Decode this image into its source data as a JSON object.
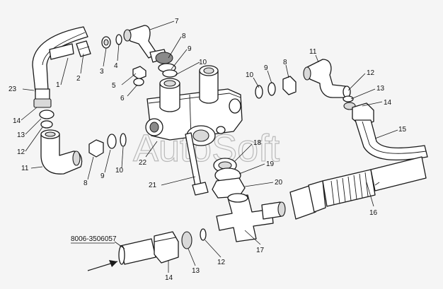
{
  "watermark": "AutoSoft",
  "part_number": "8006-3506057",
  "labels": {
    "l1": "1",
    "l2": "2",
    "l3": "3",
    "l4": "4",
    "l5": "5",
    "l6": "6",
    "l7": "7",
    "l8a": "8",
    "l9a": "9",
    "l10a": "10",
    "l10b": "10",
    "l9b": "9",
    "l8b": "8",
    "l11a": "11",
    "l12a": "12",
    "l13a": "13",
    "l14a": "14",
    "l15": "15",
    "l16": "16",
    "l23": "23",
    "l14b": "14",
    "l13b": "13",
    "l12b": "12",
    "l11b": "11",
    "l8c": "8",
    "l9c": "9",
    "l10c": "10",
    "l22": "22",
    "l18": "18",
    "l19": "19",
    "l20": "20",
    "l21": "21",
    "l17": "17",
    "l14c": "14",
    "l13c": "13",
    "l12c": "12"
  }
}
